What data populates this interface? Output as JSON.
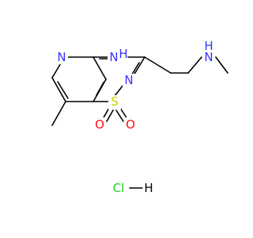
{
  "molecule": {
    "colors": {
      "carbon_bond": "#000000",
      "nitrogen": "#3333ff",
      "oxygen": "#ff0d0d",
      "sulfur": "#cccc00",
      "chlorine": "#1fd01f",
      "hydrogen": "#000000"
    },
    "atoms": {
      "n_pyridine": "N",
      "n4": "N",
      "n4_h": "H",
      "n2": "N",
      "s1": "S",
      "o_top": "O",
      "o_right": "O",
      "n_amine": "N",
      "n_amine_h": "H"
    },
    "salt": {
      "cl": "Cl",
      "h": "H"
    }
  }
}
